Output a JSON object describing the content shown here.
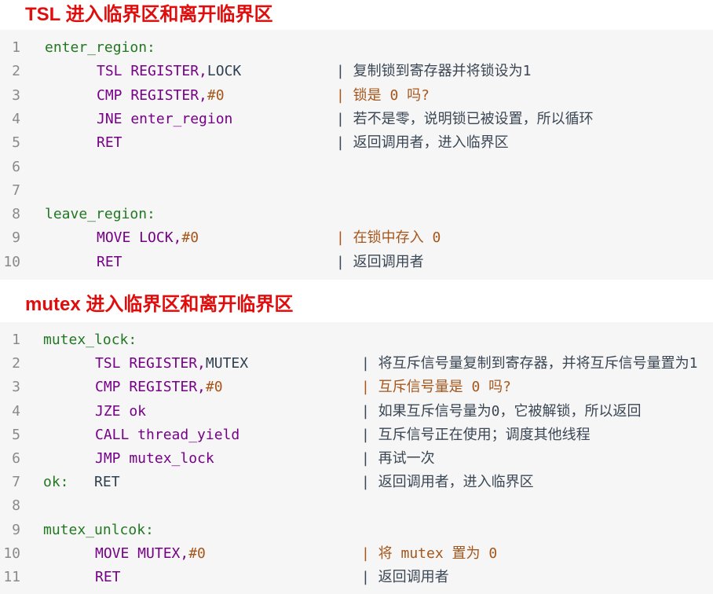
{
  "sections": [
    {
      "title": "TSL 进入临界区和离开临界区",
      "lines": [
        {
          "n": "1",
          "indent": false,
          "code": [
            [
              "lbl",
              "enter_region:"
            ]
          ],
          "comment": null,
          "hl": false
        },
        {
          "n": "2",
          "indent": true,
          "code": [
            [
              "kw",
              "TSL REGISTER,"
            ],
            [
              "var",
              "LOCK"
            ]
          ],
          "comment": "| 复制锁到寄存器并将锁设为1",
          "hl": false
        },
        {
          "n": "3",
          "indent": true,
          "code": [
            [
              "kw",
              "CMP REGISTER,"
            ],
            [
              "num",
              "#0"
            ]
          ],
          "comment": "| 锁是 0 吗?",
          "hl": true
        },
        {
          "n": "4",
          "indent": true,
          "code": [
            [
              "kw",
              "JNE enter_region"
            ]
          ],
          "comment": "| 若不是零，说明锁已被设置，所以循环",
          "hl": false
        },
        {
          "n": "5",
          "indent": true,
          "code": [
            [
              "kw",
              "RET"
            ]
          ],
          "comment": "| 返回调用者，进入临界区",
          "hl": false
        },
        {
          "n": "6",
          "indent": false,
          "code": [],
          "comment": null,
          "hl": false
        },
        {
          "n": "7",
          "indent": false,
          "code": [],
          "comment": null,
          "hl": false
        },
        {
          "n": "8",
          "indent": false,
          "code": [
            [
              "lbl",
              "leave_region:"
            ]
          ],
          "comment": null,
          "hl": false
        },
        {
          "n": "9",
          "indent": true,
          "code": [
            [
              "kw",
              "MOVE LOCK,"
            ],
            [
              "num",
              "#0"
            ]
          ],
          "comment": "| 在锁中存入 0",
          "hl": true
        },
        {
          "n": "10",
          "indent": true,
          "code": [
            [
              "kw",
              "RET"
            ]
          ],
          "comment": "| 返回调用者",
          "hl": false
        }
      ]
    },
    {
      "title": "mutex 进入临界区和离开临界区",
      "lines": [
        {
          "n": "1",
          "indent": false,
          "code": [
            [
              "lbl",
              "mutex_lock:"
            ]
          ],
          "comment": null,
          "hl": false
        },
        {
          "n": "2",
          "indent": true,
          "code": [
            [
              "kw",
              "TSL REGISTER,"
            ],
            [
              "var",
              "MUTEX"
            ]
          ],
          "comment": "| 将互斥信号量复制到寄存器，并将互斥信号量置为1",
          "hl": false
        },
        {
          "n": "3",
          "indent": true,
          "code": [
            [
              "kw",
              "CMP REGISTER,"
            ],
            [
              "num",
              "#0"
            ]
          ],
          "comment": "| 互斥信号量是 0 吗?",
          "hl": true
        },
        {
          "n": "4",
          "indent": true,
          "code": [
            [
              "kw",
              "JZE ok"
            ]
          ],
          "comment": "| 如果互斥信号量为0，它被解锁，所以返回",
          "hl": false
        },
        {
          "n": "5",
          "indent": true,
          "code": [
            [
              "kw",
              "CALL thread_yield"
            ]
          ],
          "comment": "| 互斥信号正在使用；调度其他线程",
          "hl": false
        },
        {
          "n": "6",
          "indent": true,
          "code": [
            [
              "kw",
              "JMP mutex_lock"
            ]
          ],
          "comment": "| 再试一次",
          "hl": false
        },
        {
          "n": "7",
          "indent": false,
          "code": [
            [
              "lbl",
              "ok:"
            ],
            [
              "txt",
              "   RET"
            ]
          ],
          "comment": "| 返回调用者，进入临界区",
          "hl": false
        },
        {
          "n": "8",
          "indent": false,
          "code": [],
          "comment": null,
          "hl": false
        },
        {
          "n": "9",
          "indent": false,
          "code": [
            [
              "lbl",
              "mutex_unlcok:"
            ]
          ],
          "comment": null,
          "hl": false
        },
        {
          "n": "10",
          "indent": true,
          "code": [
            [
              "kw",
              "MOVE MUTEX,"
            ],
            [
              "num",
              "#0"
            ]
          ],
          "comment": "| 将 mutex 置为 0",
          "hl": true
        },
        {
          "n": "11",
          "indent": true,
          "code": [
            [
              "kw",
              "RET"
            ]
          ],
          "comment": "| 返回调用者",
          "hl": false
        }
      ]
    }
  ]
}
